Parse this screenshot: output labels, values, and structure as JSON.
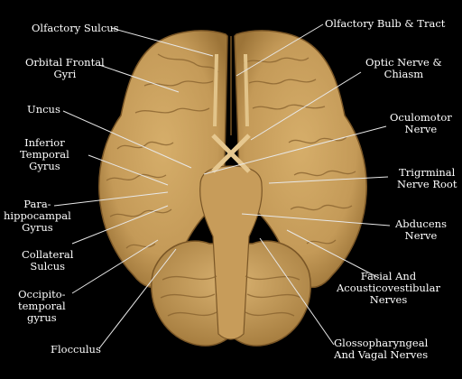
{
  "labels": {
    "olfactory_sulcus": [
      "Olfactory Sulcus"
    ],
    "orbital_frontal_gyri": [
      "Orbital Frontal",
      "Gyri"
    ],
    "uncus": [
      "Uncus"
    ],
    "inferior_temporal_gyrus": [
      "Inferior",
      "Temporal",
      "Gyrus"
    ],
    "parahippocampal_gyrus": [
      "Para-",
      "hippocampal",
      "Gyrus"
    ],
    "collateral_sulcus": [
      "Collateral",
      "Sulcus"
    ],
    "occipitotemporal_gyrus": [
      "Occipito-",
      "temporal",
      "gyrus"
    ],
    "flocculus": [
      "Flocculus"
    ],
    "olfactory_bulb_tract": [
      "Olfactory Bulb & Tract"
    ],
    "optic_nerve_chiasm": [
      "Optic Nerve &",
      "Chiasm"
    ],
    "oculomotor_nerve": [
      "Oculomotor",
      "Nerve"
    ],
    "trigeminal_nerve_root": [
      "Trigrminal",
      "Nerve Root"
    ],
    "abducens_nerve": [
      "Abducens",
      "Nerve"
    ],
    "facial_acousticovestibular": [
      "Facial And",
      "Acousticovestibular",
      "Nerves"
    ],
    "glossopharyngeal_vagal": [
      "Glossopharyngeal",
      "And Vagal Nerves"
    ]
  },
  "colors": {
    "background": "#000000",
    "brain_base": "#c9a05e",
    "brain_shadow": "#8a6530",
    "label_text": "#ffffff",
    "leader_line": "#e8e8e8"
  }
}
